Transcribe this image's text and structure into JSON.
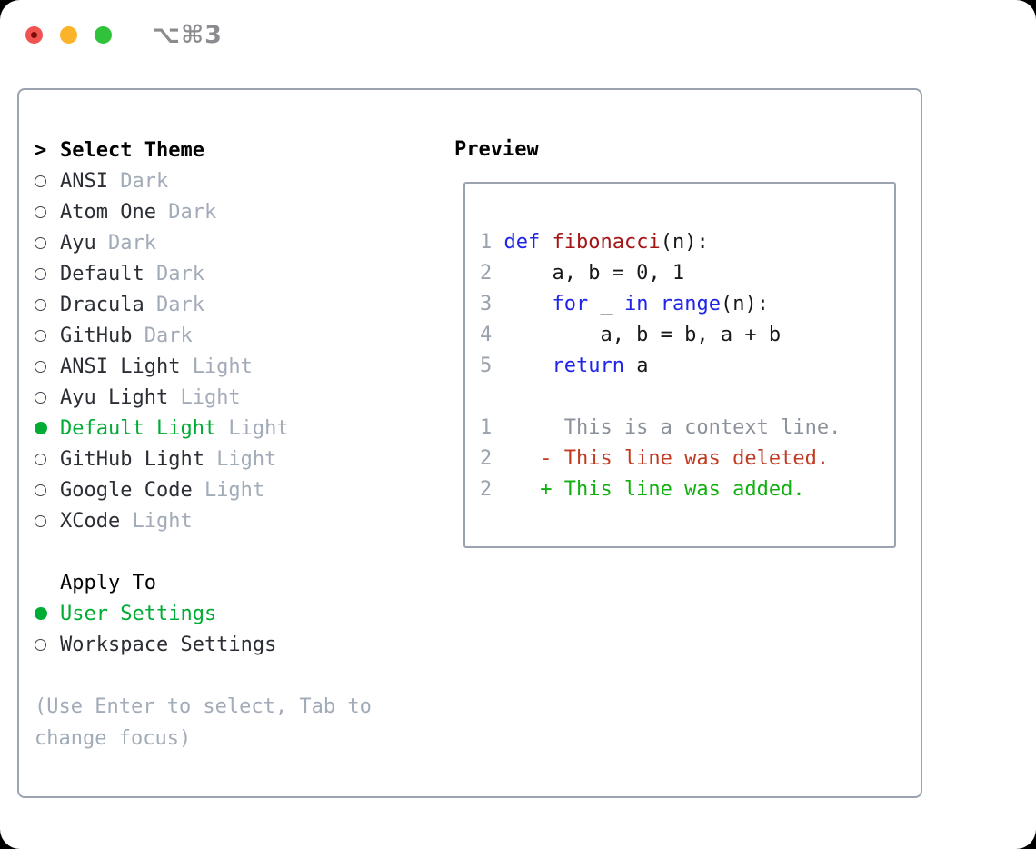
{
  "window": {
    "shortcut_label": "⌥⌘3"
  },
  "theme_picker": {
    "prompt": ">",
    "title": "Select Theme",
    "themes": [
      {
        "name": "ANSI",
        "variant": "Dark",
        "selected": false
      },
      {
        "name": "Atom One",
        "variant": "Dark",
        "selected": false
      },
      {
        "name": "Ayu",
        "variant": "Dark",
        "selected": false
      },
      {
        "name": "Default",
        "variant": "Dark",
        "selected": false
      },
      {
        "name": "Dracula",
        "variant": "Dark",
        "selected": false
      },
      {
        "name": "GitHub",
        "variant": "Dark",
        "selected": false
      },
      {
        "name": "ANSI Light",
        "variant": "Light",
        "selected": false
      },
      {
        "name": "Ayu Light",
        "variant": "Light",
        "selected": false
      },
      {
        "name": "Default Light",
        "variant": "Light",
        "selected": true
      },
      {
        "name": "GitHub Light",
        "variant": "Light",
        "selected": false
      },
      {
        "name": "Google Code",
        "variant": "Light",
        "selected": false
      },
      {
        "name": "XCode",
        "variant": "Light",
        "selected": false
      }
    ]
  },
  "preview": {
    "title": "Preview",
    "code_lines": [
      {
        "number": "1",
        "tokens": [
          [
            "kw",
            "def"
          ],
          [
            "pl",
            " "
          ],
          [
            "fn",
            "fibonacci"
          ],
          [
            "pl",
            "(n):"
          ]
        ]
      },
      {
        "number": "2",
        "tokens": [
          [
            "pl",
            "    a, b = 0, 1"
          ]
        ]
      },
      {
        "number": "3",
        "tokens": [
          [
            "pl",
            "    "
          ],
          [
            "kw",
            "for"
          ],
          [
            "pl",
            " _ "
          ],
          [
            "kw",
            "in"
          ],
          [
            "pl",
            " "
          ],
          [
            "kw",
            "range"
          ],
          [
            "pl",
            "(n):"
          ]
        ]
      },
      {
        "number": "4",
        "tokens": [
          [
            "pl",
            "        a, b = b, a + b"
          ]
        ]
      },
      {
        "number": "5",
        "tokens": [
          [
            "pl",
            "    "
          ],
          [
            "kw",
            "return"
          ],
          [
            "pl",
            " a"
          ]
        ]
      }
    ],
    "diff_lines": [
      {
        "number": "1",
        "type": "context",
        "text": "     This is a context line."
      },
      {
        "number": "2",
        "type": "deleted",
        "text": "   - This line was deleted."
      },
      {
        "number": "2",
        "type": "added",
        "text": "   + This line was added."
      }
    ]
  },
  "apply_to": {
    "title": "Apply To",
    "options": [
      {
        "label": "User Settings",
        "selected": true
      },
      {
        "label": "Workspace Settings",
        "selected": false
      }
    ]
  },
  "help_text": "(Use Enter to select, Tab to change focus)",
  "colors": {
    "accent_green": "#00ac33",
    "keyword_blue": "#1f24e8",
    "function_red": "#a31616",
    "deleted_red": "#c23a21",
    "added_green": "#10b010",
    "context_gray": "#8b929b",
    "muted_gray": "#a2abb8",
    "line_number_gray": "#9aa2ad",
    "text_dark": "#2b2e35",
    "border_gray": "#9aa3af",
    "traffic_red": "#f15351",
    "traffic_yellow": "#fbb42a",
    "traffic_green": "#31c23c"
  }
}
